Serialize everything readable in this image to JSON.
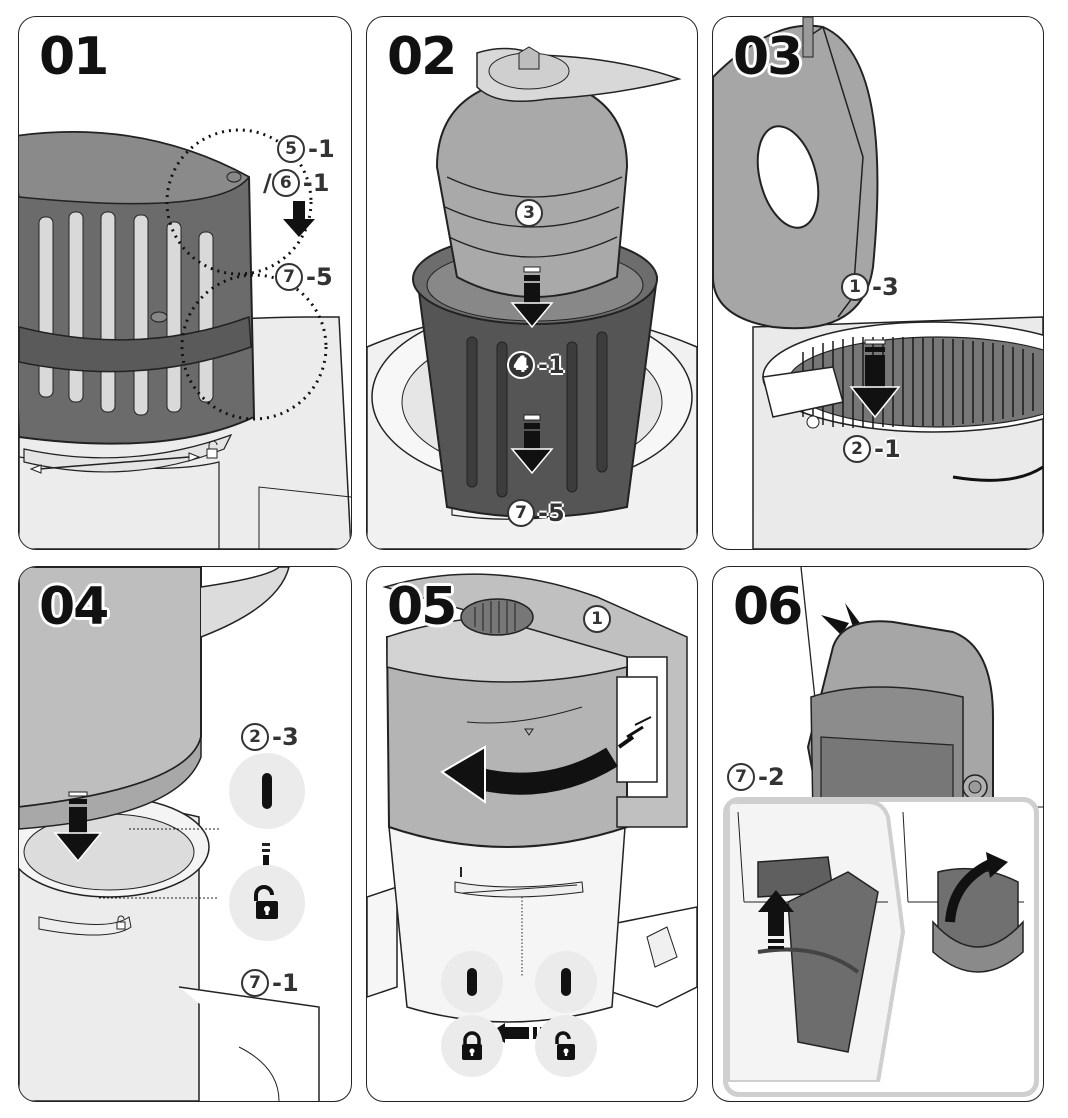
{
  "document": {
    "type": "assembly-instructions",
    "colors": {
      "outline": "#222222",
      "part_dark": "#5a5a5a",
      "part_mid": "#a8a8a8",
      "part_light": "#d6d6d6",
      "base": "#ececec",
      "arrow": "#111111",
      "bubble": "#ebebeb"
    }
  },
  "steps": [
    {
      "number": "01",
      "callouts": [
        {
          "id": "5",
          "suffix": "-1"
        },
        {
          "prefix": "/",
          "id": "6",
          "suffix": "-1"
        },
        {
          "id": "7",
          "suffix": "-5"
        }
      ],
      "icons": [
        "basket-part",
        "dotted-highlight-circle",
        "arrow-down",
        "lock-track-arrow",
        "unlock-symbol"
      ]
    },
    {
      "number": "02",
      "callouts": [
        {
          "id": "3",
          "suffix": ""
        },
        {
          "id": "4",
          "suffix": "-1"
        },
        {
          "id": "7",
          "suffix": "-5"
        }
      ],
      "icons": [
        "blade-part",
        "strainer-basket",
        "arrow-down",
        "arrow-down",
        "lock-symbol",
        "unlock-symbol"
      ]
    },
    {
      "number": "03",
      "callouts": [
        {
          "id": "1",
          "suffix": "-3"
        },
        {
          "id": "2",
          "suffix": "-1"
        }
      ],
      "icons": [
        "lid-part",
        "filter-drum",
        "arrow-down"
      ]
    },
    {
      "number": "04",
      "callouts": [
        {
          "id": "2",
          "suffix": "-3"
        },
        {
          "id": "7",
          "suffix": "-1"
        }
      ],
      "icons": [
        "container-part",
        "arrow-down",
        "alignment-mark",
        "unlock-symbol"
      ]
    },
    {
      "number": "05",
      "callouts": [
        {
          "id": "1",
          "suffix": ""
        }
      ],
      "icons": [
        "jug-with-handle",
        "rotate-arrow",
        "alignment-mark",
        "unlock-symbol",
        "arrow-left",
        "lock-symbol"
      ]
    },
    {
      "number": "06",
      "callouts": [
        {
          "id": "7",
          "suffix": "-2"
        }
      ],
      "icons": [
        "click-indicator",
        "latch-part",
        "arrow-up",
        "rotate-arrow"
      ]
    }
  ]
}
